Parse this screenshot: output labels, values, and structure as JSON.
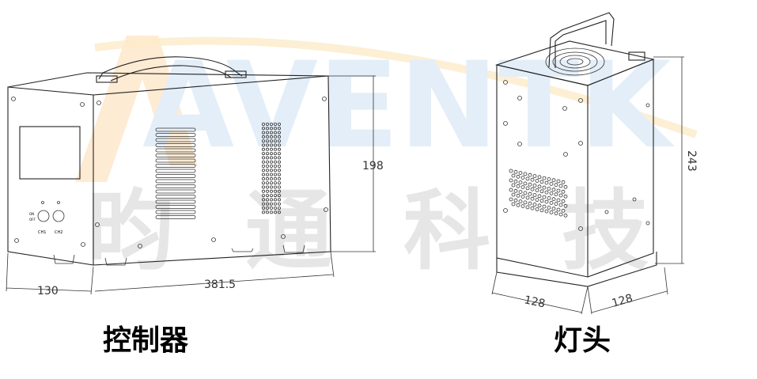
{
  "watermark": {
    "logo_text": "AVENTK",
    "company_text": "昀通科技",
    "logo_color": "#dbe9f6",
    "accent_color": "#f5c97a",
    "text_color": "#e5e5e5"
  },
  "controller": {
    "caption": "控制器",
    "dimensions": {
      "height": "198",
      "depth": "130",
      "length": "381.5"
    },
    "panel_labels": {
      "switch_on": "ON",
      "switch_off": "OFF",
      "ch1": "CH1",
      "ch2": "CH2"
    }
  },
  "lamp_head": {
    "caption": "灯头",
    "dimensions": {
      "height": "243",
      "width_left": "128",
      "width_right": "128"
    }
  }
}
